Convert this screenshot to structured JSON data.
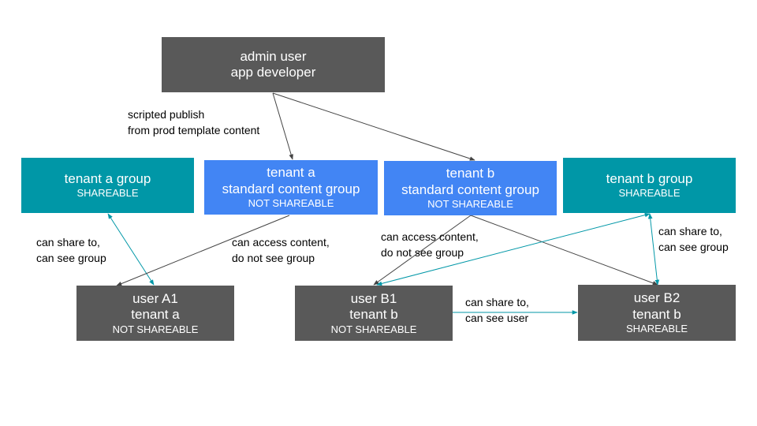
{
  "nodes": {
    "admin": {
      "line1": "admin user",
      "line2": "app developer"
    },
    "tenant_a_group": {
      "title": "tenant a group",
      "tag": "SHAREABLE"
    },
    "tenant_a_std": {
      "line1": "tenant a",
      "line2": "standard content group",
      "tag": "NOT SHAREABLE"
    },
    "tenant_b_std": {
      "line1": "tenant b",
      "line2": "standard content group",
      "tag": "NOT SHAREABLE"
    },
    "tenant_b_group": {
      "title": "tenant b group",
      "tag": "SHAREABLE"
    },
    "user_a1": {
      "line1": "user A1",
      "line2": "tenant a",
      "tag": "NOT SHAREABLE"
    },
    "user_b1": {
      "line1": "user B1",
      "line2": "tenant b",
      "tag": "NOT SHAREABLE"
    },
    "user_b2": {
      "line1": "user B2",
      "line2": "tenant b",
      "tag": "SHAREABLE"
    }
  },
  "labels": {
    "publish": {
      "line1": "scripted publish",
      "line2": "from prod template content"
    },
    "a_share": {
      "line1": "can share to,",
      "line2": "can see group"
    },
    "a_access": {
      "line1": "can access content,",
      "line2": "do not see group"
    },
    "b_access": {
      "line1": "can access content,",
      "line2": "do not see group"
    },
    "b_share": {
      "line1": "can share to,",
      "line2": "can see group"
    },
    "user_share": {
      "line1": "can share to,",
      "line2": "can see user"
    }
  },
  "colors": {
    "dark_box": "#595959",
    "teal_box": "#0097a7",
    "blue_box": "#4285f4",
    "dark_arrow": "#444444",
    "teal_arrow": "#0097a7"
  }
}
